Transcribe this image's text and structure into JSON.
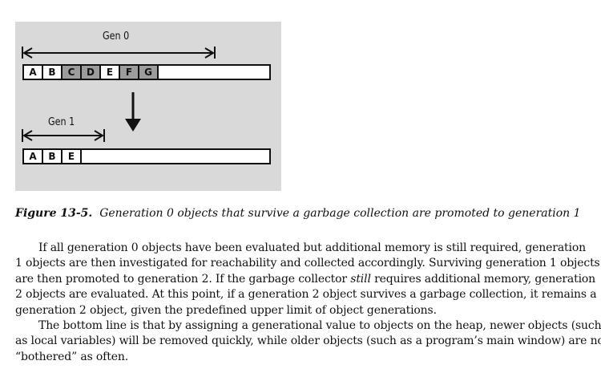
{
  "figure": {
    "gen0_label": "Gen 0",
    "gen1_label": "Gen 1",
    "gen0_cells": [
      {
        "letter": "A",
        "shade": "white"
      },
      {
        "letter": "B",
        "shade": "white"
      },
      {
        "letter": "C",
        "shade": "gray"
      },
      {
        "letter": "D",
        "shade": "gray"
      },
      {
        "letter": "E",
        "shade": "white"
      },
      {
        "letter": "F",
        "shade": "gray"
      },
      {
        "letter": "G",
        "shade": "gray"
      }
    ],
    "gen1_cells": [
      {
        "letter": "A",
        "shade": "white"
      },
      {
        "letter": "B",
        "shade": "white"
      },
      {
        "letter": "E",
        "shade": "white"
      }
    ],
    "colors": {
      "panel": "#d9d9d9",
      "gray_cell": "#9c9c9c",
      "ink": "#111111"
    }
  },
  "caption": {
    "number": "Figure 13-5.",
    "text": "Generation 0 objects that survive a garbage collection are promoted to generation 1"
  },
  "paragraph1": {
    "l1": "If all generation 0 objects have been evaluated but additional memory is still required, generation",
    "l2": "1 objects are then investigated for reachability and collected accordingly. Surviving generation 1 objects",
    "l3": "are then promoted to generation 2. If the garbage collector ",
    "l3_em": "still",
    "l3_end": " requires additional memory, generation",
    "l4": "2 objects are evaluated. At this point, if a generation 2 object survives a garbage collection, it remains a",
    "l5": "generation 2 object, given the predefined upper limit of object generations."
  },
  "paragraph2": {
    "l1": "The bottom line is that by assigning a generational value to objects on the heap, newer objects (such",
    "l2": "as local variables) will be removed quickly, while older objects (such as a program’s main window) are not",
    "l3": "“bothered” as often."
  }
}
